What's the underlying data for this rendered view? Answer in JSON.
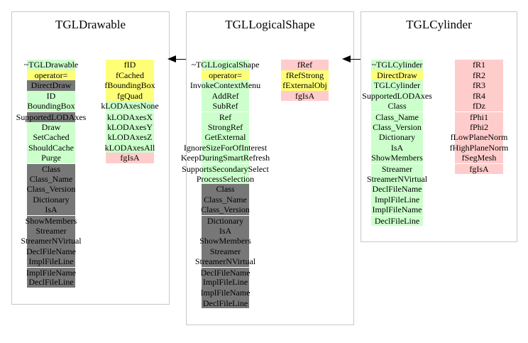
{
  "classes": [
    {
      "name": "TGLDrawable",
      "methods": [
        [
          "~TGLDrawable",
          "g"
        ],
        [
          "operator=",
          "y"
        ],
        [
          "DirectDraw",
          "k"
        ],
        [
          "ID",
          "g"
        ],
        [
          "BoundingBox",
          "g"
        ],
        [
          "SupportedLODAxes",
          "k"
        ],
        [
          "Draw",
          "g"
        ],
        [
          "SetCached",
          "g"
        ],
        [
          "ShouldCache",
          "g"
        ],
        [
          "Purge",
          "g"
        ],
        [
          "Class",
          "k"
        ],
        [
          "Class_Name",
          "k"
        ],
        [
          "Class_Version",
          "k"
        ],
        [
          "Dictionary",
          "k"
        ],
        [
          "IsA",
          "k"
        ],
        [
          "ShowMembers",
          "k"
        ],
        [
          "Streamer",
          "k"
        ],
        [
          "StreamerNVirtual",
          "k"
        ],
        [
          "DeclFileName",
          "k"
        ],
        [
          "ImplFileLine",
          "k"
        ],
        [
          "ImplFileName",
          "k"
        ],
        [
          "DeclFileLine",
          "k"
        ]
      ],
      "fields": [
        [
          "fID",
          "y"
        ],
        [
          "fCached",
          "y"
        ],
        [
          "fBoundingBox",
          "y"
        ],
        [
          "fgQuad",
          "y"
        ],
        [
          "kLODAxesNone",
          "g"
        ],
        [
          "kLODAxesX",
          "g"
        ],
        [
          "kLODAxesY",
          "g"
        ],
        [
          "kLODAxesZ",
          "g"
        ],
        [
          "kLODAxesAll",
          "g"
        ],
        [
          "fgIsA",
          "p"
        ]
      ]
    },
    {
      "name": "TGLLogicalShape",
      "methods": [
        [
          "~TGLLogicalShape",
          "g"
        ],
        [
          "operator=",
          "y"
        ],
        [
          "InvokeContextMenu",
          "g"
        ],
        [
          "AddRef",
          "g"
        ],
        [
          "SubRef",
          "g"
        ],
        [
          "Ref",
          "g"
        ],
        [
          "StrongRef",
          "g"
        ],
        [
          "GetExternal",
          "g"
        ],
        [
          "IgnoreSizeForOfInterest",
          "g"
        ],
        [
          "KeepDuringSmartRefresh",
          "g"
        ],
        [
          "SupportsSecondarySelect",
          "g"
        ],
        [
          "ProcessSelection",
          "g"
        ],
        [
          "Class",
          "k"
        ],
        [
          "Class_Name",
          "k"
        ],
        [
          "Class_Version",
          "k"
        ],
        [
          "Dictionary",
          "k"
        ],
        [
          "IsA",
          "k"
        ],
        [
          "ShowMembers",
          "k"
        ],
        [
          "Streamer",
          "k"
        ],
        [
          "StreamerNVirtual",
          "k"
        ],
        [
          "DeclFileName",
          "k"
        ],
        [
          "ImplFileLine",
          "k"
        ],
        [
          "ImplFileName",
          "k"
        ],
        [
          "DeclFileLine",
          "k"
        ]
      ],
      "fields": [
        [
          "fRef",
          "p"
        ],
        [
          "fRefStrong",
          "y"
        ],
        [
          "fExternalObj",
          "y"
        ],
        [
          "fgIsA",
          "p"
        ]
      ]
    },
    {
      "name": "TGLCylinder",
      "methods": [
        [
          "~TGLCylinder",
          "g"
        ],
        [
          "DirectDraw",
          "y"
        ],
        [
          "TGLCylinder",
          "g"
        ],
        [
          "SupportedLODAxes",
          "g"
        ],
        [
          "Class",
          "g"
        ],
        [
          "Class_Name",
          "g"
        ],
        [
          "Class_Version",
          "g"
        ],
        [
          "Dictionary",
          "g"
        ],
        [
          "IsA",
          "g"
        ],
        [
          "ShowMembers",
          "g"
        ],
        [
          "Streamer",
          "g"
        ],
        [
          "StreamerNVirtual",
          "g"
        ],
        [
          "DeclFileName",
          "g"
        ],
        [
          "ImplFileLine",
          "g"
        ],
        [
          "ImplFileName",
          "g"
        ],
        [
          "DeclFileLine",
          "g"
        ]
      ],
      "fields": [
        [
          "fR1",
          "p"
        ],
        [
          "fR2",
          "p"
        ],
        [
          "fR3",
          "p"
        ],
        [
          "fR4",
          "p"
        ],
        [
          "fDz",
          "p"
        ],
        [
          "fPhi1",
          "p"
        ],
        [
          "fPhi2",
          "p"
        ],
        [
          "fLowPlaneNorm",
          "p"
        ],
        [
          "fHighPlaneNorm",
          "p"
        ],
        [
          "fSegMesh",
          "p"
        ],
        [
          "fgIsA",
          "p"
        ]
      ]
    }
  ],
  "colors": {
    "g": "#ccffcc",
    "y": "#ffff77",
    "k": "#777777",
    "p": "#ffcccc"
  }
}
